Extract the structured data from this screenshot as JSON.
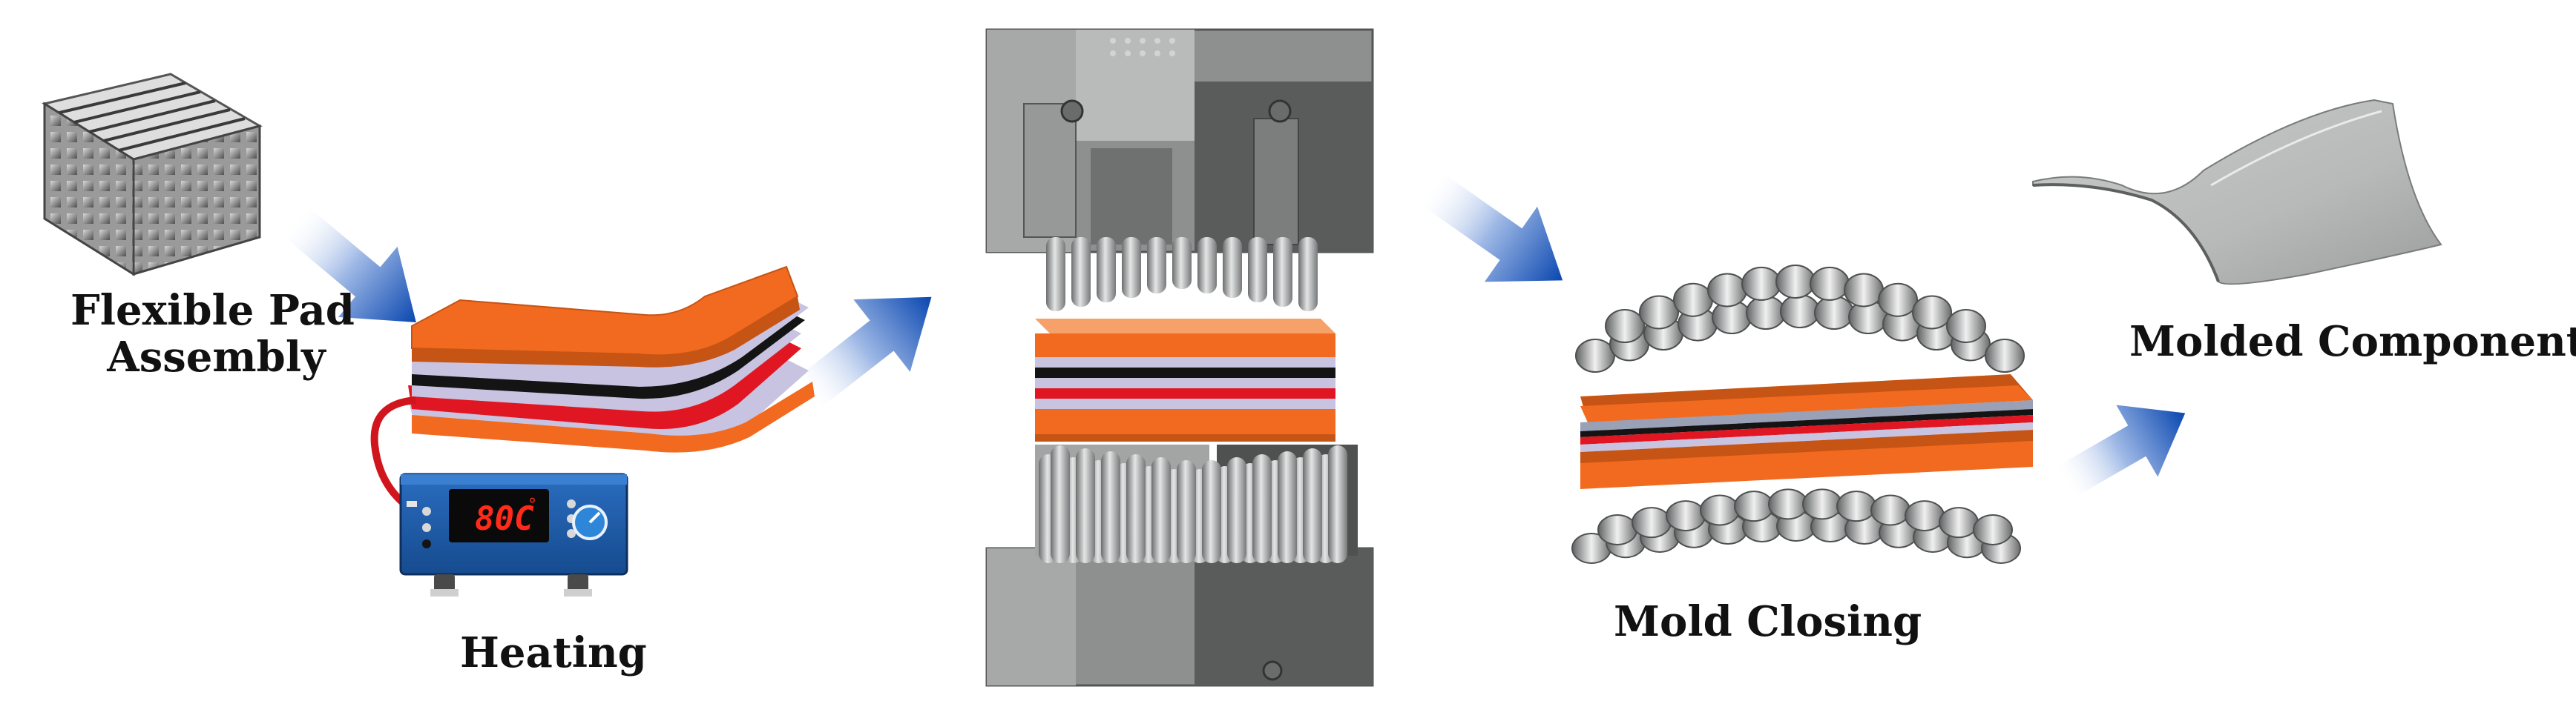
{
  "steps": {
    "pad": {
      "line1": "Flexible Pad",
      "line2": "Assembly"
    },
    "heating": {
      "label": "Heating"
    },
    "closing": {
      "label": "Mold Closing"
    },
    "component": {
      "label": "Molded Component"
    }
  },
  "controller": {
    "display": "80C",
    "unit": "°"
  },
  "colors": {
    "arrow_dark": "#0a47b0",
    "arrow_light": "#dbe6f7",
    "pad_orange": "#f26a1f",
    "pad_orange_dark": "#c65415",
    "layer_red": "#e01722",
    "layer_black": "#141414",
    "layer_lavender": "#c7c3e0",
    "machine_gray": "#8e8f8f",
    "controller_blue": "#1c5aa8",
    "display_red": "#ff2a1a"
  },
  "icons": [
    "flow-arrow-icon",
    "temperature-controller-icon",
    "press-machine-icon",
    "pin-array-icon",
    "curved-panel-icon"
  ]
}
